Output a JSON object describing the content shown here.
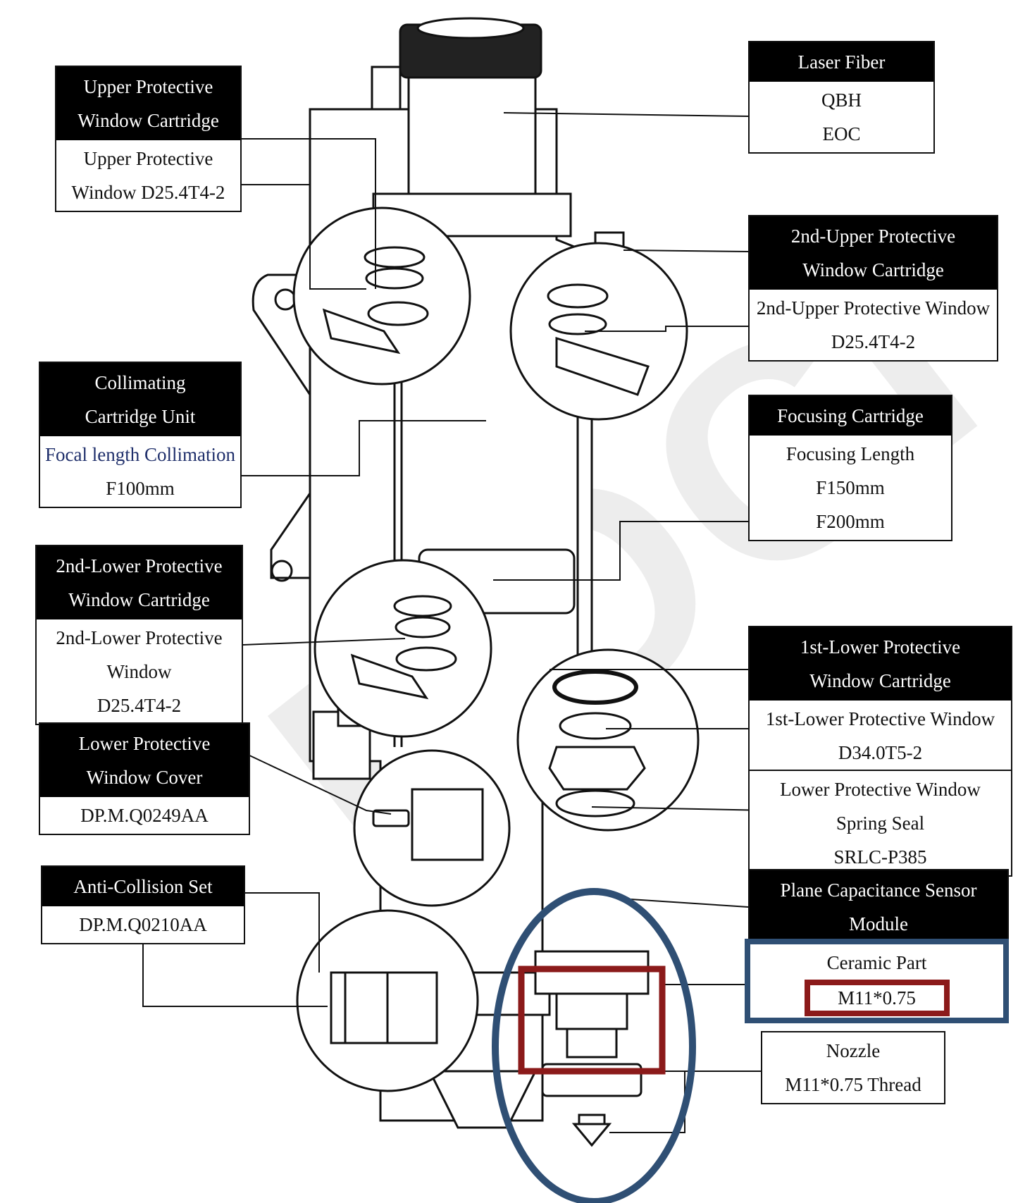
{
  "watermark": "BOCI",
  "labels": {
    "upper_cartridge": {
      "head": [
        "Upper Protective",
        "Window Cartridge"
      ],
      "body": [
        "Upper Protective",
        "Window D25.4T4-2"
      ]
    },
    "laser_fiber": {
      "head": [
        "Laser Fiber"
      ],
      "body": [
        "QBH",
        "EOC"
      ]
    },
    "upper2_cartridge": {
      "head": [
        "2nd-Upper Protective",
        "Window Cartridge"
      ],
      "body": [
        "2nd-Upper Protective Window",
        "D25.4T4-2"
      ]
    },
    "collimating": {
      "head": [
        "Collimating",
        "Cartridge Unit"
      ],
      "body": [
        "Focal length Collimation",
        "F100mm"
      ]
    },
    "focusing": {
      "head": [
        "Focusing Cartridge"
      ],
      "body": [
        "Focusing Length",
        "F150mm",
        "F200mm"
      ]
    },
    "lower2_cartridge": {
      "head": [
        "2nd-Lower Protective",
        "Window Cartridge"
      ],
      "body": [
        "2nd-Lower Protective",
        "Window",
        "D25.4T4-2"
      ]
    },
    "lower1_cartridge": {
      "head": [
        "1st-Lower Protective",
        "Window Cartridge"
      ],
      "body": [
        "1st-Lower Protective Window",
        "D34.0T5-2"
      ]
    },
    "spring_seal": {
      "body": [
        "Lower Protective Window",
        "Spring Seal",
        "SRLC-P385"
      ]
    },
    "lower_cover": {
      "head": [
        "Lower Protective",
        "Window Cover"
      ],
      "body": [
        "DP.M.Q0249AA"
      ]
    },
    "anti_collision": {
      "head": [
        "Anti-Collision Set"
      ],
      "body": [
        "DP.M.Q0210AA"
      ]
    },
    "capacitance": {
      "head": [
        "Plane Capacitance Sensor",
        "Module"
      ]
    },
    "ceramic": {
      "body": [
        "Ceramic Part",
        "M11*0.75"
      ]
    },
    "nozzle": {
      "body": [
        "Nozzle",
        "M11*0.75 Thread"
      ]
    }
  },
  "colors": {
    "highlight_blue": "#2f4f74",
    "highlight_red": "#8b1a1a",
    "line": "#111111",
    "head_bg": "#000000",
    "body_text_blue": "#1f2f6b"
  }
}
